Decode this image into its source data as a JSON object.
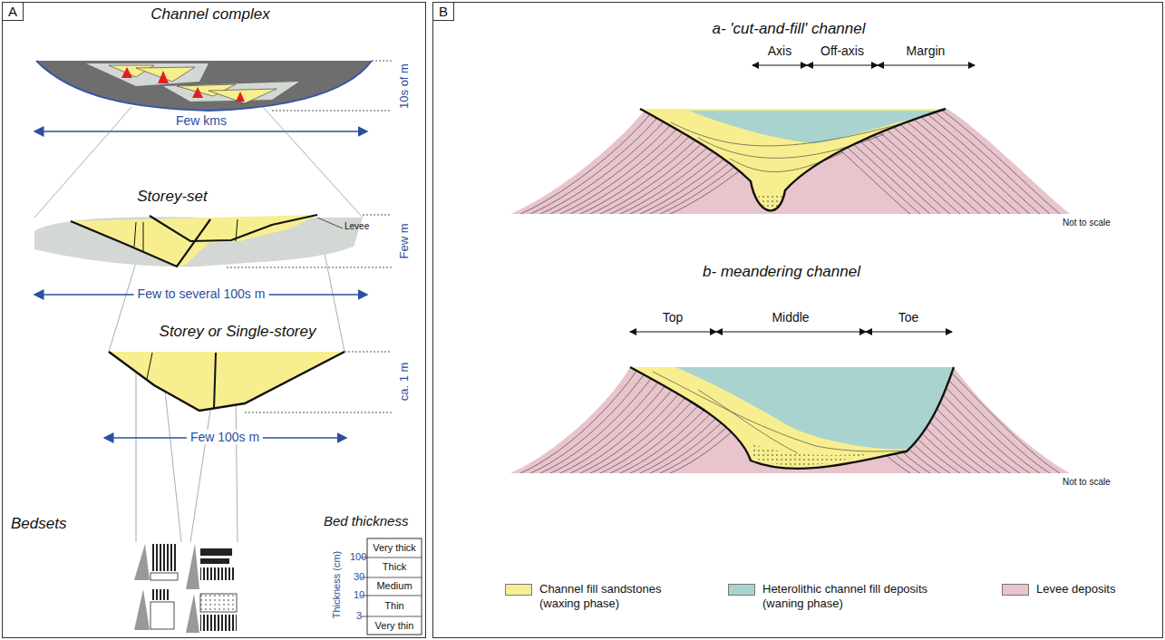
{
  "diagram": {
    "nodes": [
      {
        "text": [
          "A"
        ]
      },
      {
        "text": [
          "B"
        ]
      }
    ],
    "labels": [
      "Channel complex",
      "10s of m",
      "Few kms",
      "Storey-set",
      "Levee",
      "Few m",
      "Few to several 100s m",
      "Storey or Single-storey",
      "ca. 1 m",
      "Few 100s m",
      "Bedsets",
      "Bed thickness",
      "Thickness (cm)",
      "100",
      "30",
      "10",
      "3",
      "Very thick",
      "Thick",
      "Medium",
      "Thin",
      "Very thin",
      "a- 'cut-and-fill' channel",
      "Axis",
      "Off-axis",
      "Margin",
      "Not to scale",
      "b- meandering channel",
      "Top",
      "Middle",
      "Toe",
      "Not to scale"
    ],
    "legend": [
      {
        "text": "Channel fill sandstones (waxing phase)",
        "color": "#f7ef8f"
      },
      {
        "text": "Heterolithic channel fill deposits (waning phase)",
        "color": "#a9d3ce"
      },
      {
        "text": "Levee deposits",
        "color": "#e8c4cc"
      }
    ]
  }
}
